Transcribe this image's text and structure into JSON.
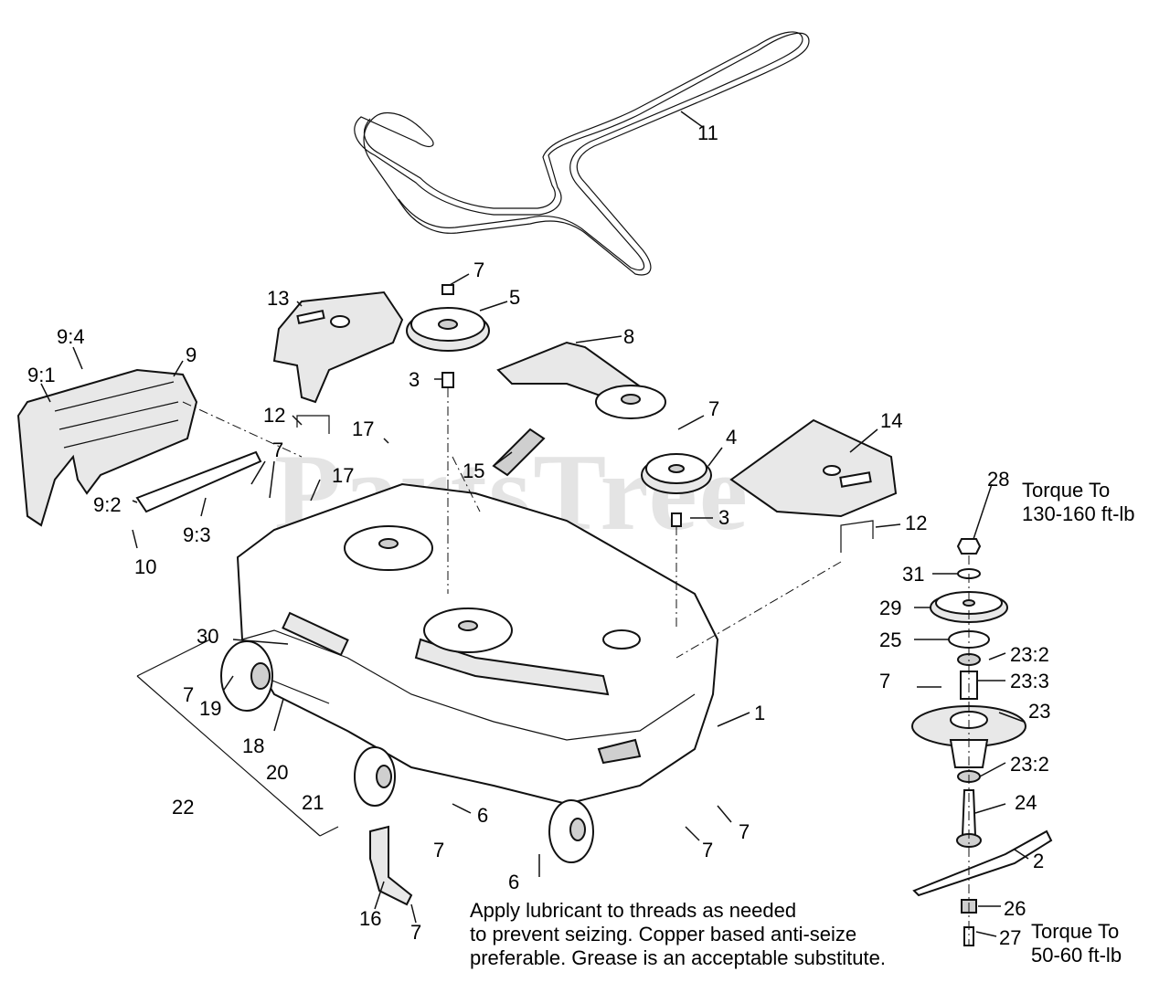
{
  "watermark": "PartsTree",
  "callouts": {
    "c11": "11",
    "c7a": "7",
    "c5": "5",
    "c13": "13",
    "c8": "8",
    "c9_4": "9:4",
    "c9": "9",
    "c9_1": "9:1",
    "c3a": "3",
    "c7b": "7",
    "c4": "4",
    "c14": "14",
    "c12a": "12",
    "c17a": "17",
    "c7c": "7",
    "c17b": "17",
    "c15": "15",
    "c28": "28",
    "c9_2": "9:2",
    "c9_3": "9:3",
    "c3b": "3",
    "c12b": "12",
    "c10": "10",
    "c31": "31",
    "c29": "29",
    "c30": "30",
    "c25": "25",
    "c23_2a": "23:2",
    "c7d": "7",
    "c23_3": "23:3",
    "c7e": "7",
    "c23": "23",
    "c1": "1",
    "c19": "19",
    "c18": "18",
    "c23_2b": "23:2",
    "c20": "20",
    "c21": "21",
    "c22": "22",
    "c24": "24",
    "c6a": "6",
    "c7f": "7",
    "c7g": "7",
    "c7h": "7",
    "c2": "2",
    "c6b": "6",
    "c16": "16",
    "c7i": "7",
    "c26": "26",
    "c27": "27"
  },
  "torque_top": {
    "line1": "Torque To",
    "line2": "130-160 ft-lb"
  },
  "torque_bottom": {
    "line1": "Torque To",
    "line2": "50-60 ft-lb"
  },
  "note": {
    "line1": "Apply lubricant to threads as needed",
    "line2": "to prevent seizing. Copper based anti-seize",
    "line3": "preferable. Grease is an acceptable substitute."
  }
}
